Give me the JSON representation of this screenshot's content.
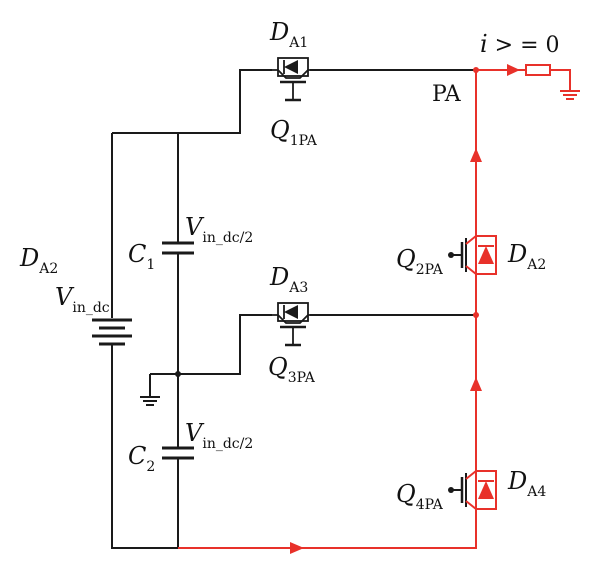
{
  "colors": {
    "current_path": "#e8312a",
    "wire": "#1a1a1a"
  },
  "labels": {
    "da2_left": {
      "main": "D",
      "sub": "A2"
    },
    "vin_dc": {
      "main": "V",
      "sub": "in_dc"
    },
    "c1": {
      "main": "C",
      "sub": "1"
    },
    "c2": {
      "main": "C",
      "sub": "2"
    },
    "vhalf_top": {
      "main": "V",
      "sub": "in_dc/2"
    },
    "vhalf_bot": {
      "main": "V",
      "sub": "in_dc/2"
    },
    "da1": {
      "main": "D",
      "sub": "A1"
    },
    "q1pa": {
      "main": "Q",
      "sub": "1PA"
    },
    "da3": {
      "main": "D",
      "sub": "A3"
    },
    "q3pa": {
      "main": "Q",
      "sub": "3PA"
    },
    "q2pa": {
      "main": "Q",
      "sub": "2PA"
    },
    "da2_right": {
      "main": "D",
      "sub": "A2"
    },
    "q4pa": {
      "main": "Q",
      "sub": "4PA"
    },
    "da4": {
      "main": "D",
      "sub": "A4"
    },
    "pa": "PA",
    "current": {
      "symbol": "i",
      "relation": " > = 0"
    }
  }
}
